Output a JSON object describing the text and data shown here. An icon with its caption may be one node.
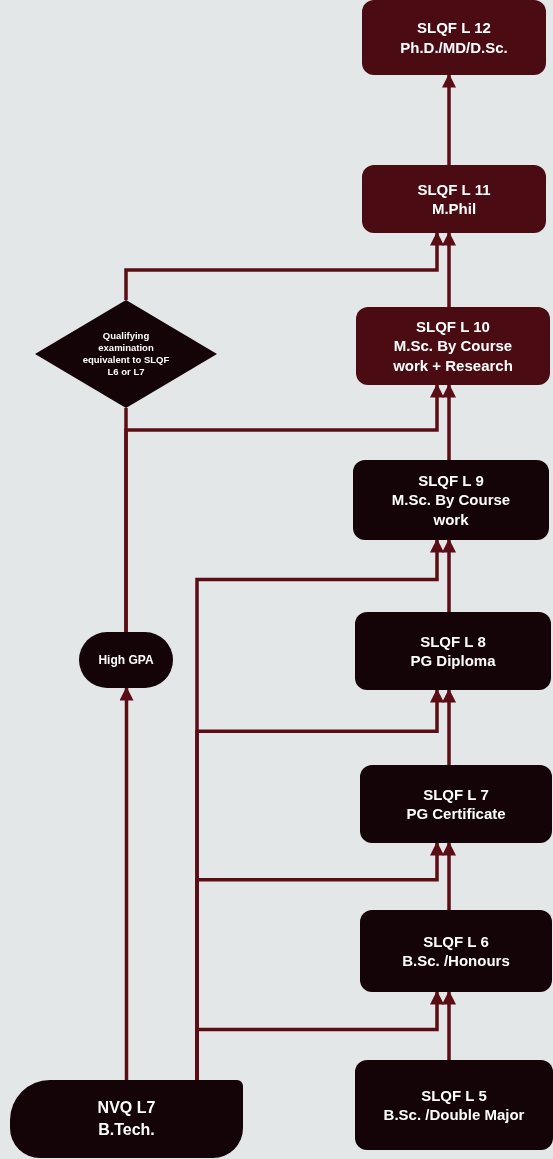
{
  "diagram": {
    "nodes": [
      {
        "text": [
          "SLQF  L 12",
          "Ph.D./MD/D.Sc."
        ]
      },
      {
        "text": [
          "SLQF  L 11",
          "M.Phil"
        ]
      },
      {
        "text": [
          "Qualifying examination equivalent to SLQF L6 or  L7"
        ]
      },
      {
        "text": [
          "SLQF L 10",
          "M.Sc. By Course work + Research"
        ]
      },
      {
        "text": [
          "SLQF L 9",
          "M.Sc. By Course work"
        ]
      },
      {
        "text": [
          "High GPA"
        ]
      },
      {
        "text": [
          "SLQF L 8",
          "PG Diploma"
        ]
      },
      {
        "text": [
          "SLQF  L 7",
          "PG Certificate"
        ]
      },
      {
        "text": [
          "SLQF  L 6",
          "B.Sc. /Honours"
        ]
      },
      {
        "text": [
          "NVQ L7",
          "B.Tech."
        ]
      },
      {
        "text": [
          "SLQF L 5",
          "B.Sc. /Double Major"
        ]
      }
    ],
    "edges": [
      {
        "from": 1,
        "to": 0,
        "arrow": "to"
      },
      {
        "from": 3,
        "to": 1,
        "arrow": "to"
      },
      {
        "from": 4,
        "to": 3,
        "arrow": "to"
      },
      {
        "from": 6,
        "to": 4,
        "arrow": "to"
      },
      {
        "from": 7,
        "to": 6,
        "arrow": "to"
      },
      {
        "from": 8,
        "to": 7,
        "arrow": "to"
      },
      {
        "from": 10,
        "to": 8,
        "arrow": "to"
      },
      {
        "from": 2,
        "to": 1,
        "arrow": "to"
      },
      {
        "from": 5,
        "to": 2,
        "arrow": "none"
      },
      {
        "from": 5,
        "to": 3,
        "arrow": "to"
      },
      {
        "from": 9,
        "to": 5,
        "arrow": "to"
      },
      {
        "from": 9,
        "to": 4,
        "arrow": "to"
      },
      {
        "from": 9,
        "to": 6,
        "arrow": "to"
      },
      {
        "from": 9,
        "to": 7,
        "arrow": "to"
      },
      {
        "from": 9,
        "to": 8,
        "arrow": "to"
      }
    ]
  }
}
